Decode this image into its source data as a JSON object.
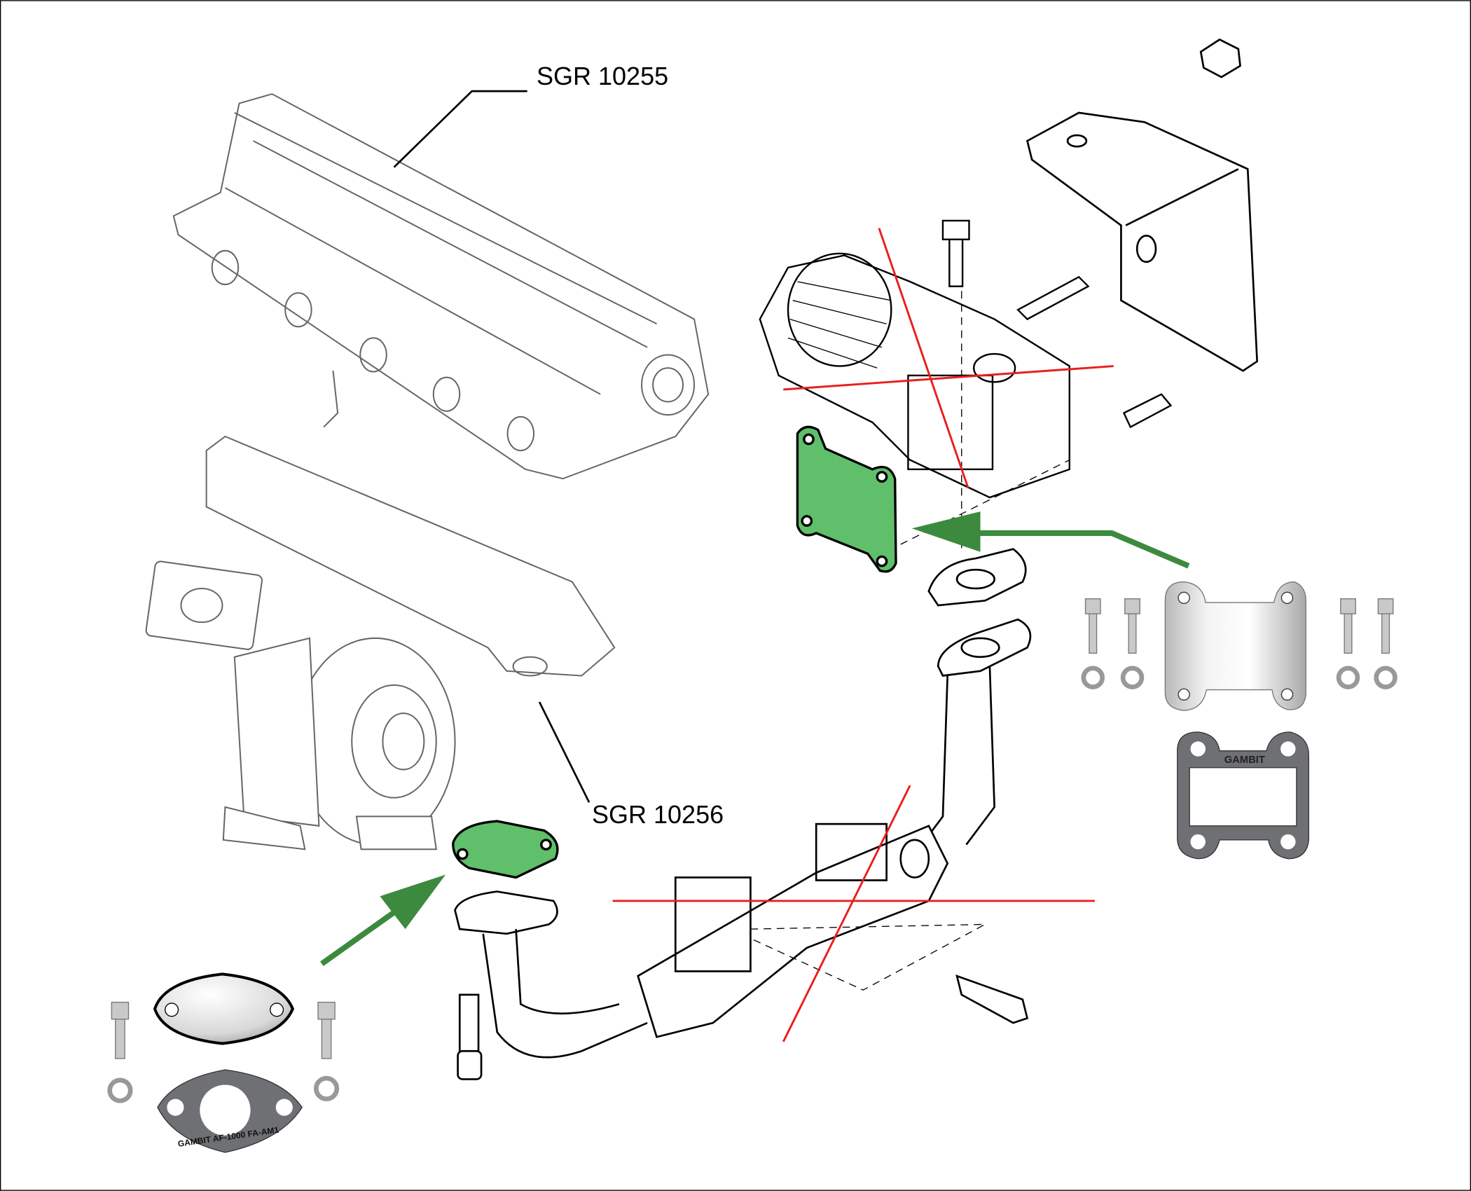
{
  "labels": {
    "intake_manifold": "SGR 10255",
    "exhaust_manifold": "SGR 10256"
  },
  "gasket_markings": {
    "rect_gasket": "GAMBIT",
    "oval_gasket": "GAMBIT AF-1000 FA-AM1"
  },
  "colors": {
    "blanking_plate_highlight": "#5fbf6a",
    "arrow": "#3c8a3e",
    "removed_cross": "#e8201c",
    "line_art": "#000000",
    "gasket": "#6f7073"
  }
}
